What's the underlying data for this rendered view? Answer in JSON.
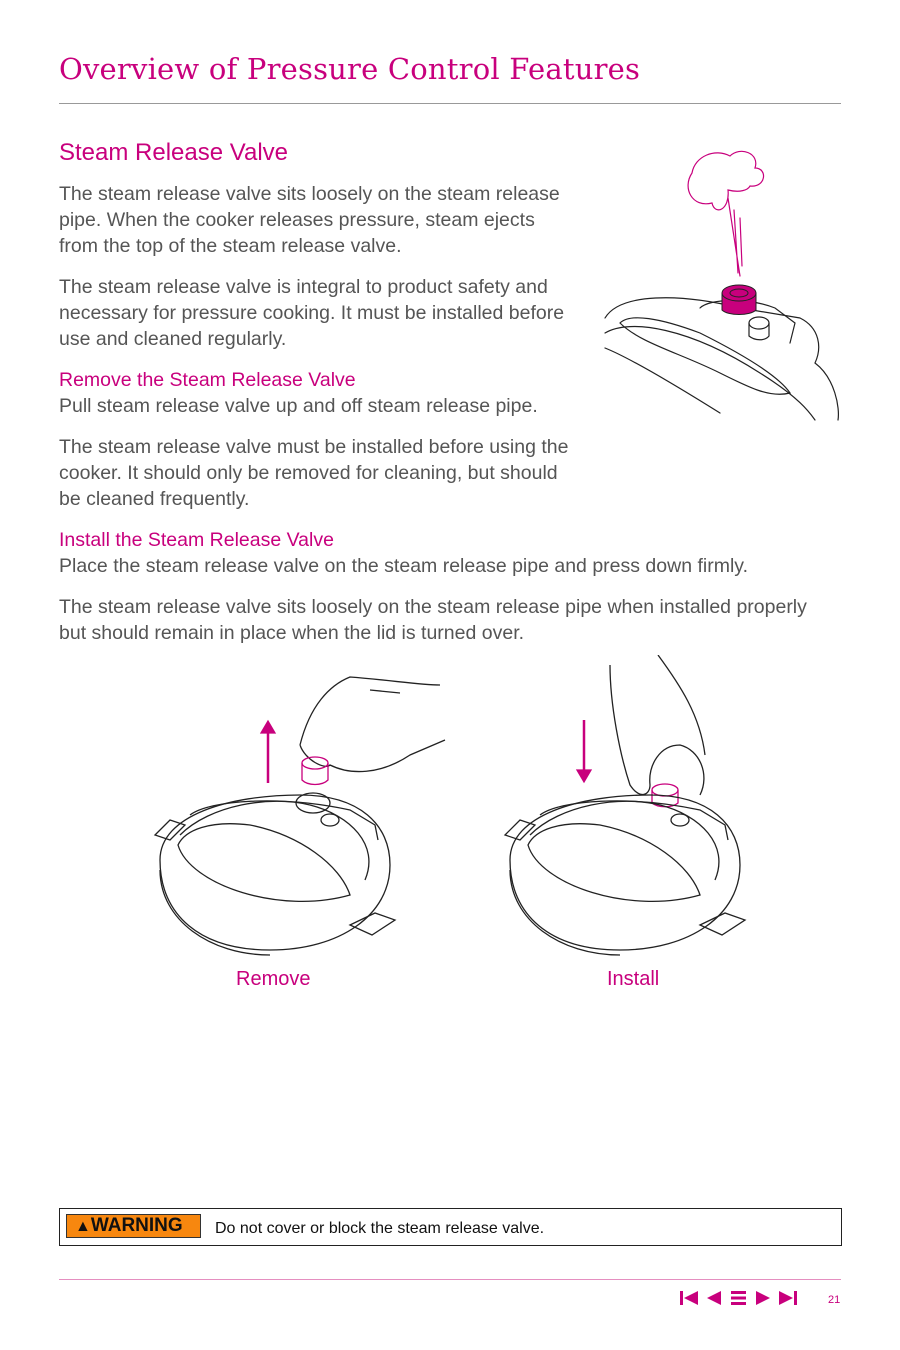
{
  "page_title": "Overview of Pressure Control Features",
  "section": {
    "heading": "Steam Release Valve",
    "paragraphs": [
      "The steam release valve sits loosely on the steam release pipe. When the cooker releases pressure, steam ejects from the top of the steam release valve.",
      "The steam release valve is integral to product safety and necessary for pressure cooking. It must be installed before use and cleaned regularly."
    ],
    "remove": {
      "heading": "Remove the Steam Release Valve",
      "paragraphs": [
        "Pull steam release valve up and off steam release pipe.",
        "The steam release valve must be installed before using the cooker. It should only be removed for cleaning, but should be cleaned frequently."
      ]
    },
    "install": {
      "heading": "Install the Steam Release Valve",
      "paragraphs": [
        "Place the steam release valve on the steam release pipe and press down firmly.",
        "The steam release valve sits loosely on the steam release pipe when installed properly but should remain in place when the lid is turned over."
      ]
    }
  },
  "figures": {
    "remove_caption": "Remove",
    "install_caption": "Install"
  },
  "warning": {
    "label": "WARNING",
    "text": "Do not cover or block the steam release valve."
  },
  "footer": {
    "nav_icons": [
      "first-page-icon",
      "previous-page-icon",
      "menu-icon",
      "next-page-icon",
      "last-page-icon"
    ],
    "page_number": "21"
  },
  "colors": {
    "accent": "#c8007d",
    "warning": "#f7870f"
  }
}
